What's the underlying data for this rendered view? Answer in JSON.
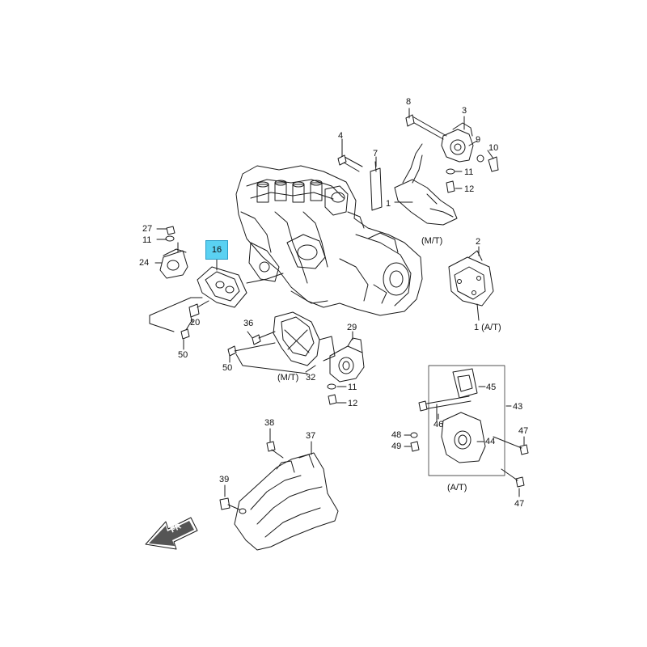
{
  "diagram": {
    "highlight_color": "#5ad1f2",
    "callouts": {
      "c1": "1",
      "c1at": "1 (A/T)",
      "c2": "2",
      "c3": "3",
      "c4": "4",
      "c7": "7",
      "c8": "8",
      "c9": "9",
      "c10": "10",
      "c11a": "11",
      "c11b": "11",
      "c11c": "11",
      "c12a": "12",
      "c12b": "12",
      "c16": "16",
      "c20": "20",
      "c24": "24",
      "c27": "27",
      "c29": "29",
      "c32": "32",
      "c36": "36",
      "c37": "37",
      "c38": "38",
      "c39": "39",
      "c43": "43",
      "c44": "44",
      "c45": "45",
      "c46": "46",
      "c47a": "47",
      "c47b": "47",
      "c48": "48",
      "c49": "49",
      "c50a": "50",
      "c50b": "50"
    },
    "variants": {
      "mt_top": "(M/T)",
      "mt_mid": "(M/T)",
      "at_box": "(A/T)"
    },
    "direction_arrow": "FR",
    "icons": {
      "front_arrow": "front-arrow-icon"
    }
  }
}
